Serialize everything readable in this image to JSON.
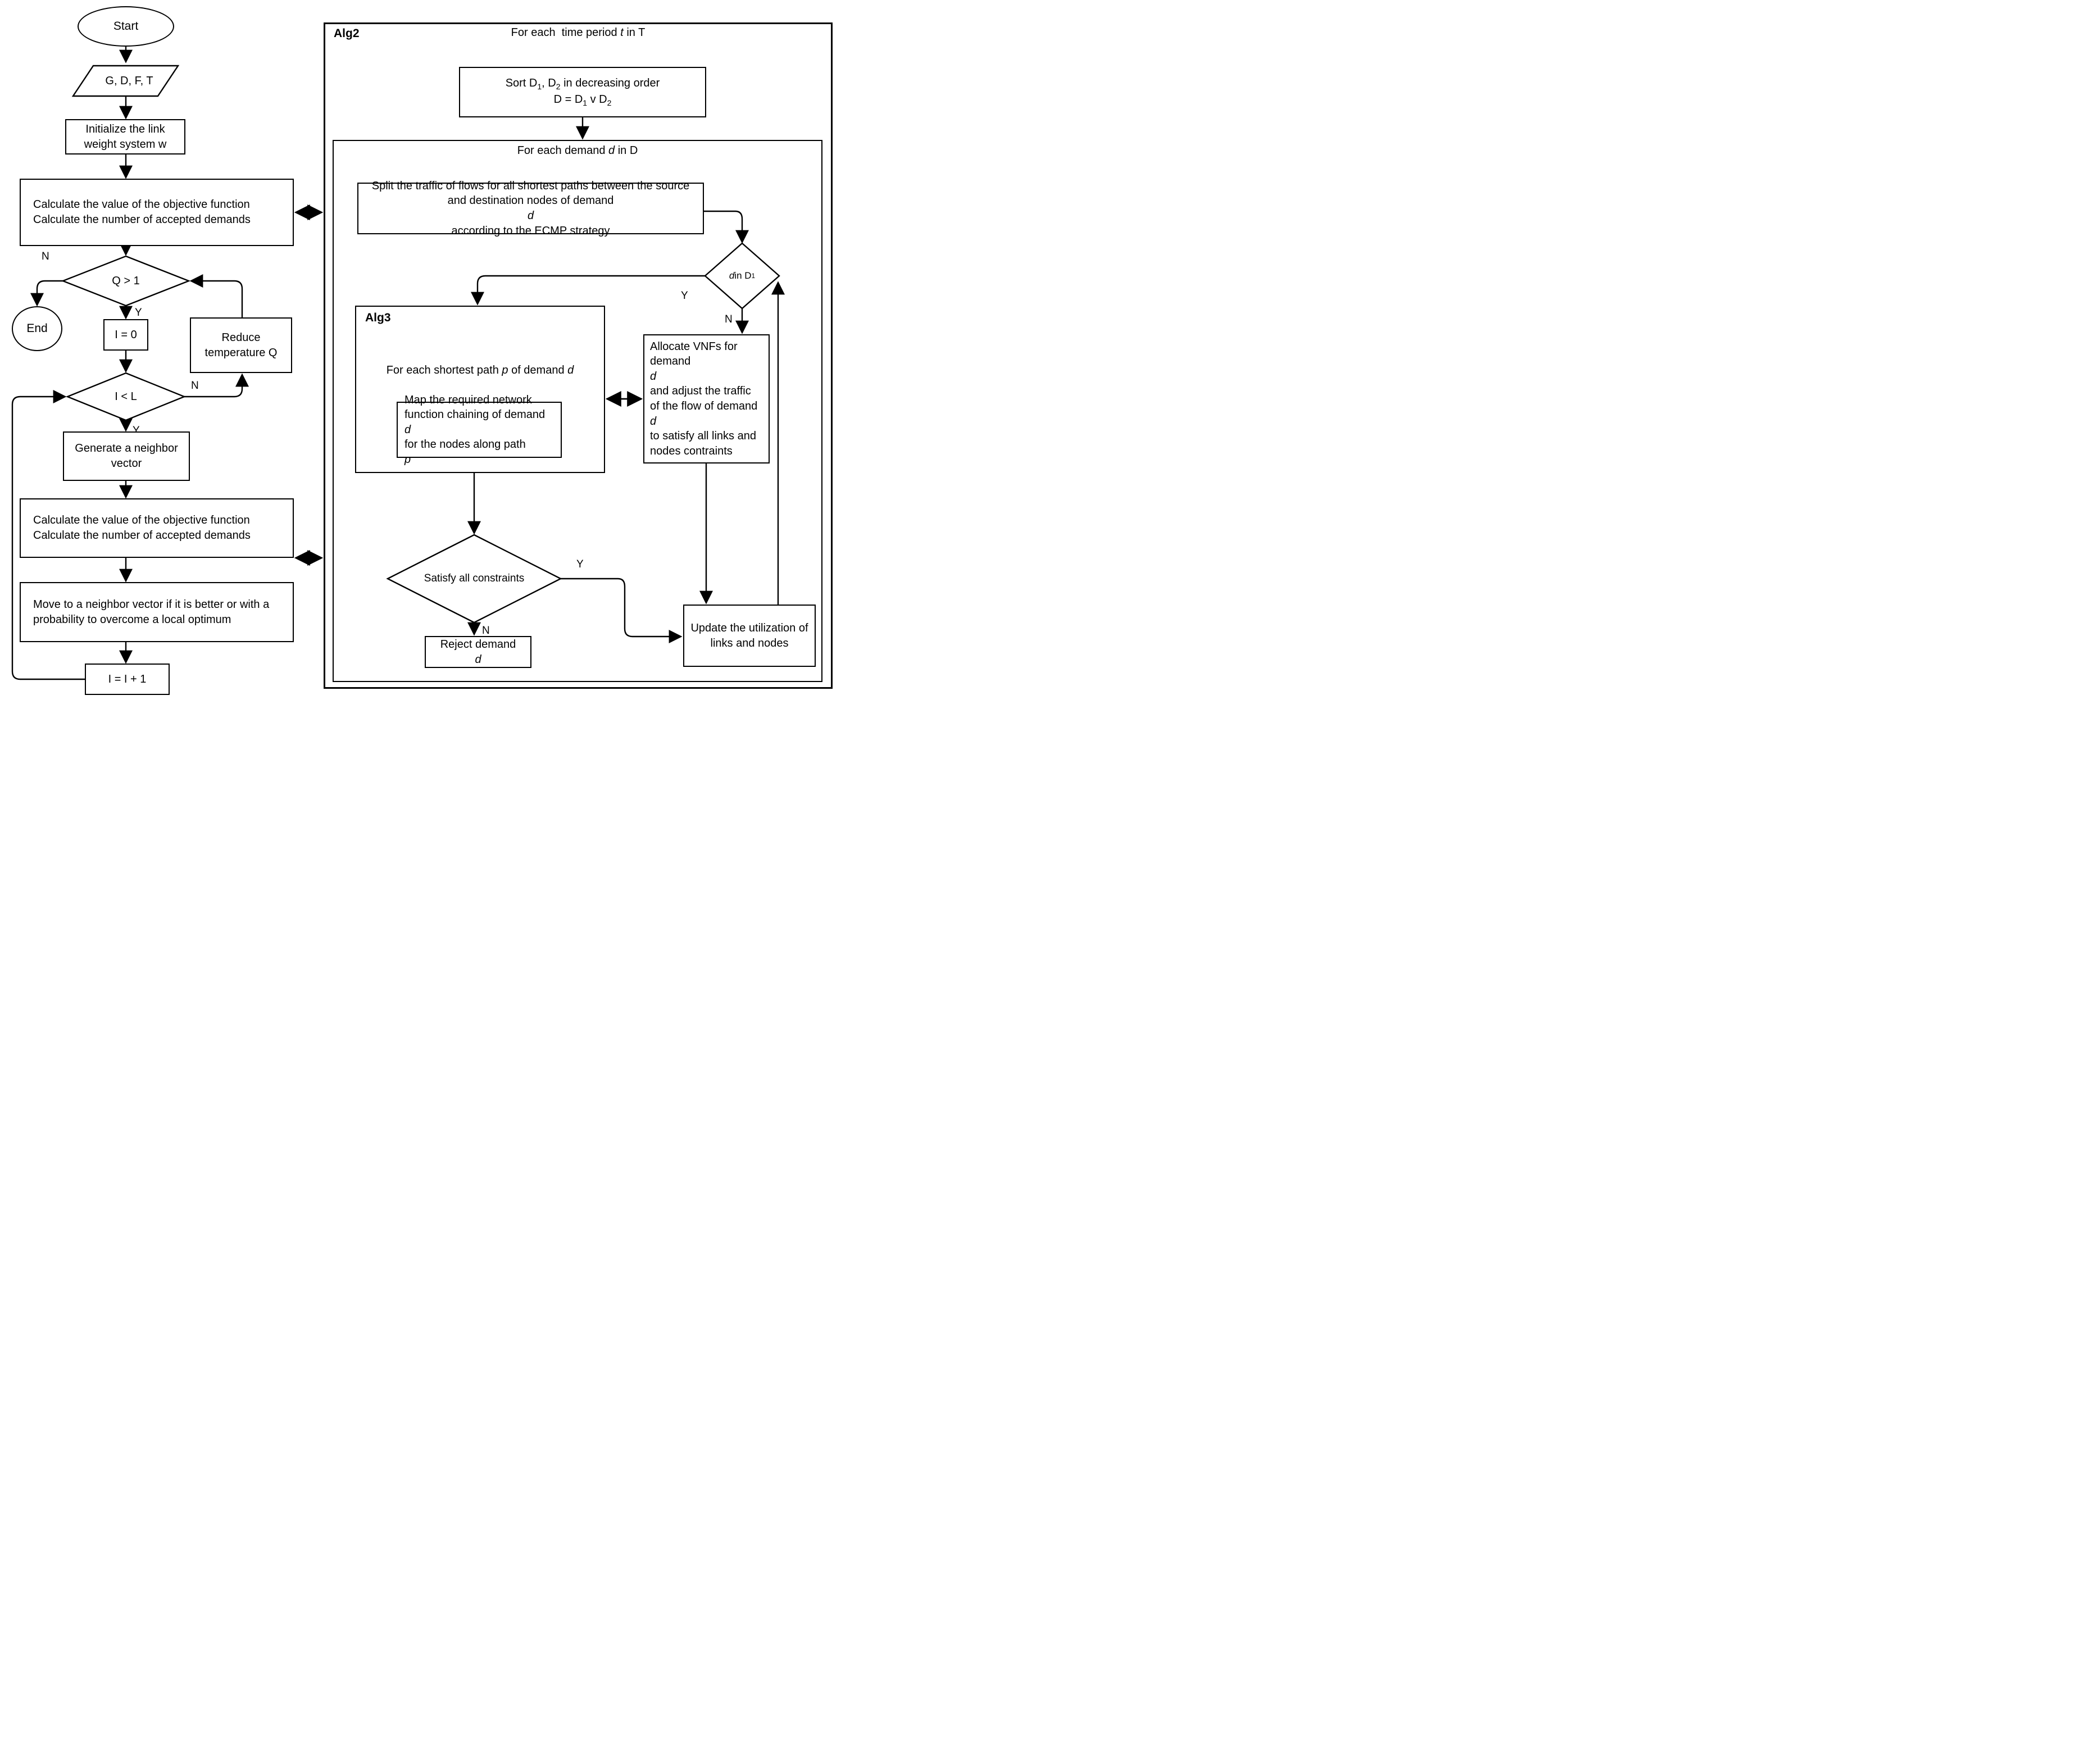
{
  "page": {
    "background": "#ffffff",
    "line_color": "#000000"
  },
  "left_flow": {
    "start_label": "Start",
    "input_label": "G, D, F, T",
    "init_label": "Initialize the link weight system w",
    "calculate": {
      "line1": "Calculate the value of the objective function",
      "line2": "Calculate the number of accepted demands"
    },
    "q_decision": {
      "label": "Q > 1",
      "yes": "Y",
      "no": "N"
    },
    "end_label": "End",
    "i_zero_label": "I = 0",
    "reduce_label": "Reduce temperature Q",
    "l_decision": {
      "label": "I < L",
      "yes": "Y",
      "no": "N"
    },
    "generate_label": "Generate a neighbor vector",
    "move_label": "Move to a neighbor vector if it is better or with a probability to overcome a local optimum",
    "increment_label": "I = I + 1"
  },
  "alg2": {
    "title": "Alg2",
    "header_html": "For each  time period <i>t</i> in T",
    "sort_line1_html": "Sort D<sub>1</sub>, D<sub>2</sub> in decreasing order",
    "sort_line2_html": "D = D<sub>1</sub> v D<sub>2</sub>",
    "demand_loop": {
      "header_html": "For each demand <i>d</i> in D",
      "split_html": "Split the traffic of flows for all shortest paths between the source and destination nodes of demand <i>d</i> according to the ECMP strategy",
      "d1_decision": {
        "label_html": "<i>d</i> in D<sub>1</sub>",
        "yes": "Y",
        "no": "N"
      },
      "alg3": {
        "title": "Alg3",
        "header_html": "For each shortest path <i>p</i> of demand <i>d</i>",
        "map_html": "Map the required network function chaining of demand <i>d</i> for the nodes along path <i>p</i>"
      },
      "allocate_html": "Allocate VNFs for demand <i>d</i> and adjust the traffic of the flow of demand <i>d</i> to satisfy all links and nodes contraints",
      "satisfy_decision": {
        "label": "Satisfy all constraints",
        "yes": "Y",
        "no": "N"
      },
      "reject_html": "Reject demand <i>d</i>",
      "update_label": "Update the utilization of links and nodes"
    }
  }
}
